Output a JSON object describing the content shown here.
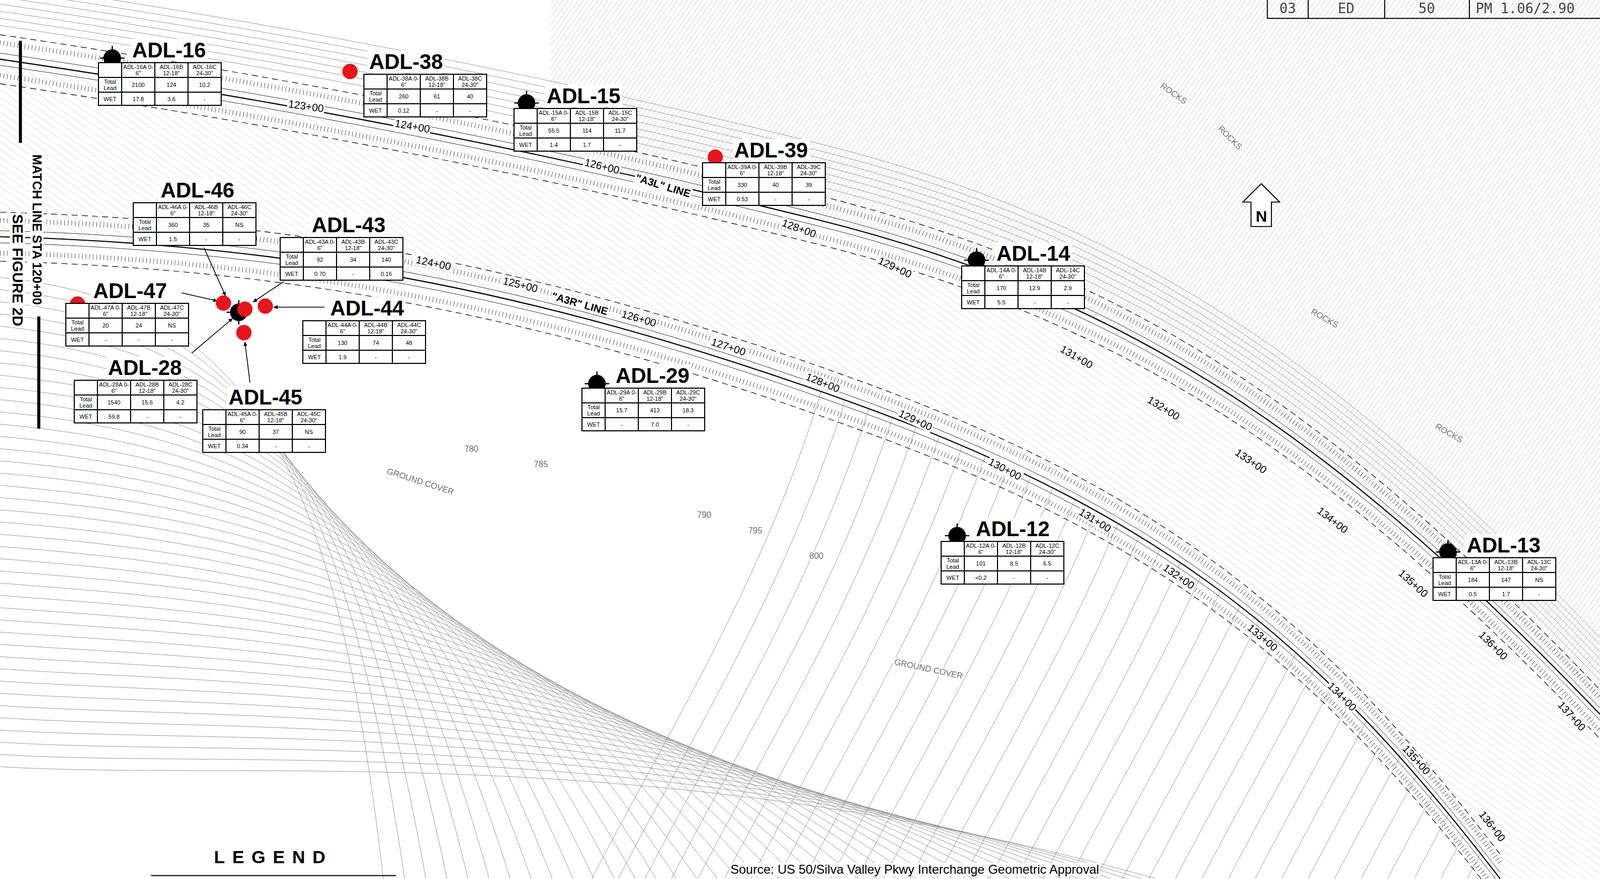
{
  "diagram": {
    "nodes": [
      {
        "text": [
          "ADL-16",
          "ADL-16A 0-6\"",
          "ADL-16B 12-18\"",
          "ADL-16C 24-30\"",
          "Total Lead",
          "2100",
          "124",
          "10.2",
          "WET",
          "17.8",
          "3.6",
          "-"
        ]
      },
      {
        "text": [
          "ADL-38",
          "ADL-38A 0-6\"",
          "ADL-38B 12-18\"",
          "ADL-38C 24-30\"",
          "Total Lead",
          "260",
          "61",
          "40",
          "WET",
          "0.12",
          "-",
          "-"
        ]
      },
      {
        "text": [
          "ADL-15",
          "ADL-15A 0-6\"",
          "ADL-15B 12-18\"",
          "ADL-15C 24-30\"",
          "Total Lead",
          "55.5",
          "114",
          "11.7",
          "WET",
          "1.4",
          "1.7",
          "-"
        ]
      },
      {
        "text": [
          "ADL-39",
          "ADL-39A 0-6\"",
          "ADL-39B 12-18\"",
          "ADL-39C 24-30\"",
          "Total Lead",
          "330",
          "40",
          "39",
          "WET",
          "0.53",
          "-",
          "-"
        ]
      },
      {
        "text": [
          "ADL-46",
          "ADL-46A 0-6\"",
          "ADL-46B 12-18\"",
          "ADL-46C 24-30\"",
          "Total Lead",
          "360",
          "35",
          "NS",
          "WET",
          "1.5",
          "-",
          "-"
        ]
      },
      {
        "text": [
          "ADL-43",
          "ADL-43A 0-6\"",
          "ADL-43B 12-18\"",
          "ADL-43C 24-30\"",
          "Total Lead",
          "92",
          "34",
          "140",
          "WET",
          "0.70",
          "-",
          "0.16"
        ]
      },
      {
        "text": [
          "ADL-14",
          "ADL-14A 0-6\"",
          "ADL-14B 12-18\"",
          "ADL-14C 24-30\"",
          "Total Lead",
          "170",
          "12.9",
          "2.9",
          "WET",
          "5.5",
          "-",
          "-"
        ]
      },
      {
        "text": [
          "ADL-47",
          "ADL-47A 0-6\"",
          "ADL-47B 12-18\"",
          "ADL-47C 24-30\"",
          "Total Lead",
          "20",
          "24",
          "NS",
          "WET",
          "-",
          "-",
          "-"
        ]
      },
      {
        "text": [
          "ADL-44",
          "ADL-44A 0-6\"",
          "ADL-44B 12-18\"",
          "ADL-44C 24-30\"",
          "Total Lead",
          "130",
          "74",
          "48",
          "WET",
          "1.9",
          "-",
          "-"
        ]
      },
      {
        "text": [
          "ADL-28",
          "ADL-28A 0-6\"",
          "ADL-28B 12-18\"",
          "ADL-28C 24-30\"",
          "Total Lead",
          "1540",
          "15.6",
          "4.2",
          "WET",
          "59.8",
          "-",
          "-"
        ]
      },
      {
        "text": [
          "ADL-45",
          "ADL-45A 0-6\"",
          "ADL-45B 12-18\"",
          "ADL-45C 24-30\"",
          "Total Lead",
          "90",
          "37",
          "NS",
          "WET",
          "0.34",
          "-",
          "-"
        ]
      },
      {
        "text": [
          "ADL-29",
          "ADL-29A 0-6\"",
          "ADL-29B 12-18\"",
          "ADL-29C 24-30\"",
          "Total Lead",
          "15.7",
          "413",
          "18.3",
          "WET",
          "-",
          "7.0",
          "-"
        ]
      },
      {
        "text": [
          "ADL-12",
          "ADL-12A 0-6\"",
          "ADL-12B 12-18\"",
          "ADL-12C 24-30\"",
          "Total Lead",
          "101",
          "8.5",
          "6.5",
          "WET",
          "<0.2",
          "-",
          "-"
        ]
      },
      {
        "text": [
          "ADL-13",
          "ADL-13A 0-6\"",
          "ADL-13B 12-18\"",
          "ADL-13C 24-30\"",
          "Total Lead",
          "184",
          "147",
          "NS",
          "WET",
          "0.5",
          "1.7",
          "-"
        ]
      }
    ],
    "labels": [
      "03",
      "ED",
      "50",
      "PM 1.06/2.90",
      "MATCH LINE STA 120+00",
      "SEE FIGURE 2D",
      "LEGEND",
      "Source: US 50/Silva Valley Pkwy Interchange Geometric Approval",
      "N",
      "\"A3L\" LINE",
      "\"A3R\" LINE",
      "123+00",
      "124+00",
      "126+00",
      "128+00",
      "129+00",
      "131+00",
      "132+00",
      "133+00",
      "134+00",
      "135+00",
      "136+00",
      "137+00",
      "124+00",
      "125+00",
      "126+00",
      "127+00",
      "128+00",
      "129+00",
      "130+00",
      "131+00",
      "132+00",
      "133+00",
      "134+00",
      "135+00",
      "136+00",
      "ROCKS",
      "ROCKS",
      "ROCKS",
      "ROCKS",
      "GROUND COVER",
      "GROUND COVER",
      "780",
      "785",
      "790",
      "795",
      "800"
    ]
  }
}
